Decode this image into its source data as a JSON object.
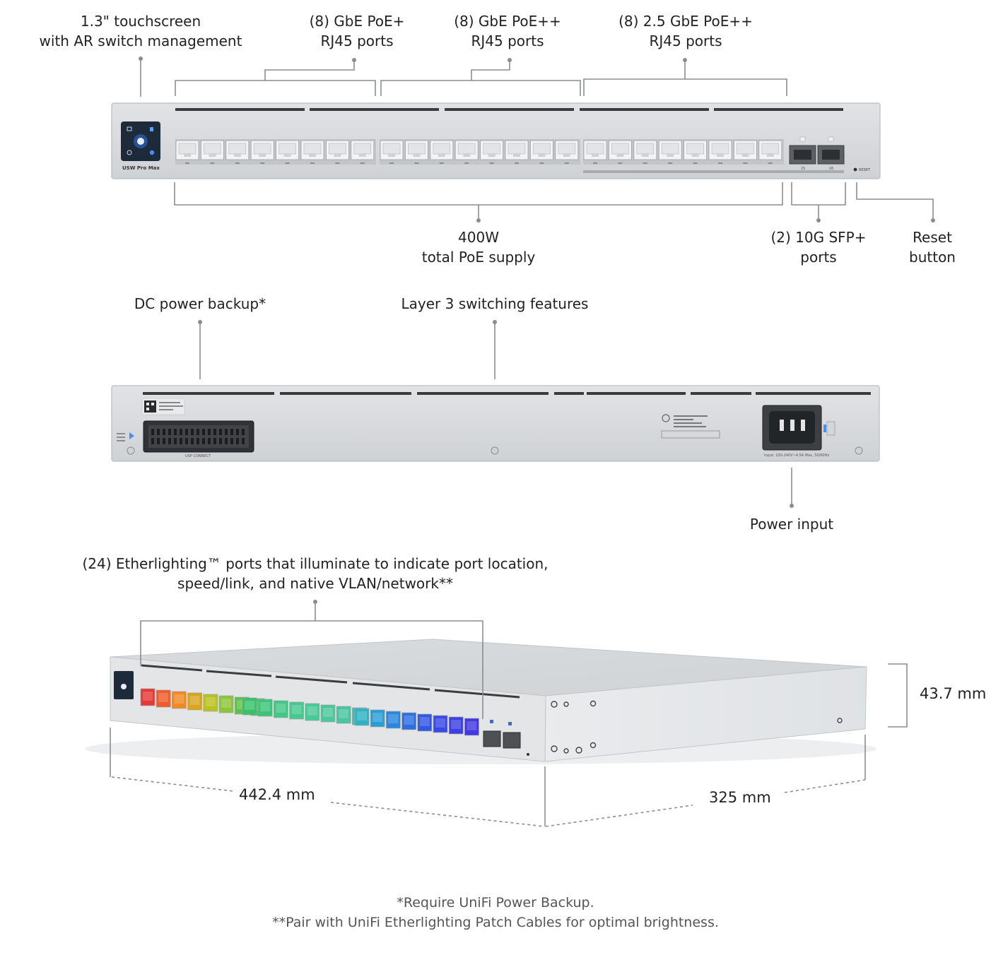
{
  "front_callouts": {
    "touchscreen": [
      "1.3\" touchscreen",
      "with AR switch management"
    ],
    "poe_plus": [
      "(8) GbE PoE+",
      "RJ45 ports"
    ],
    "poe_plusplus": [
      "(8) GbE PoE++",
      "RJ45 ports"
    ],
    "poe_2_5": [
      "(8) 2.5 GbE PoE++",
      "RJ45 ports"
    ],
    "poe_supply": [
      "400W",
      "total PoE supply"
    ],
    "sfp": [
      "(2) 10G SFP+",
      "ports"
    ],
    "reset": [
      "Reset",
      "button"
    ]
  },
  "rear_callouts": {
    "dc_backup": "DC power backup*",
    "layer3": "Layer 3 switching features",
    "power_input": "Power input"
  },
  "iso_callouts": {
    "etherlighting": [
      "(24) Etherlighting™ ports that illuminate to indicate port location,",
      "speed/link, and native VLAN/network**"
    ],
    "width": "442.4 mm",
    "depth": "325 mm",
    "height": "43.7 mm"
  },
  "device_text": {
    "model": "USW Pro Max",
    "reset": "RESET",
    "sfp_port_1": "25",
    "sfp_port_2": "26",
    "usp_connect": "USP CONNECT",
    "input_rating": "Input: 100-240V~4.5A Max, 50/60Hz"
  },
  "footnotes": [
    "*Require UniFi Power Backup.",
    "**Pair with UniFi Etherlighting Patch Cables for optimal brightness."
  ],
  "colors": {
    "chassis": "#d6d8da",
    "chassis_edge": "#b9bcbf",
    "leader": "#8a8d90",
    "port": "#f2f3f4",
    "screen": "#1d2a3a",
    "etherlight_gradient": [
      "#e53935",
      "#ef5b2a",
      "#f08a24",
      "#d9a51f",
      "#b9c21f",
      "#8cc53a",
      "#5ec24a",
      "#3fbf5a",
      "#39c06a",
      "#3ec37a",
      "#43c687",
      "#47c88f",
      "#4ac995",
      "#4bc89a",
      "#47c69f",
      "#3bbfb2",
      "#2fb3c4",
      "#2a9ed4",
      "#2a87de",
      "#2d6fe2",
      "#3158e3",
      "#3849e4",
      "#3d3fe2",
      "#4138df"
    ]
  }
}
